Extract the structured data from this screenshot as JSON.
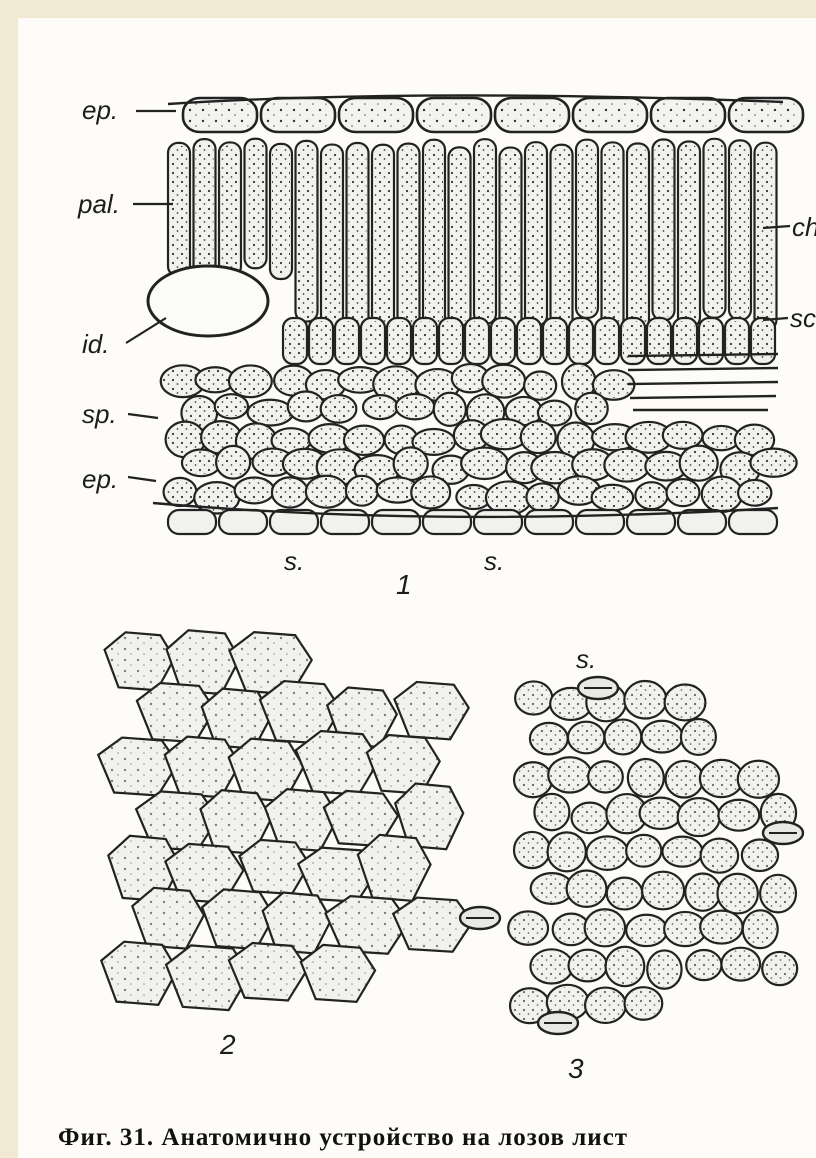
{
  "figure_caption": "Фиг. 31. Анатомично устройство на лозов лист",
  "panels": [
    {
      "number": "1"
    },
    {
      "number": "2"
    },
    {
      "number": "3"
    }
  ],
  "panel1_labels": {
    "left": [
      "ep.",
      "pal.",
      "id.",
      "sp.",
      "ep."
    ],
    "right": [
      "ch",
      "sc"
    ],
    "bottom": [
      "s.",
      "s."
    ]
  },
  "panel3_labels": {
    "top": "s."
  }
}
